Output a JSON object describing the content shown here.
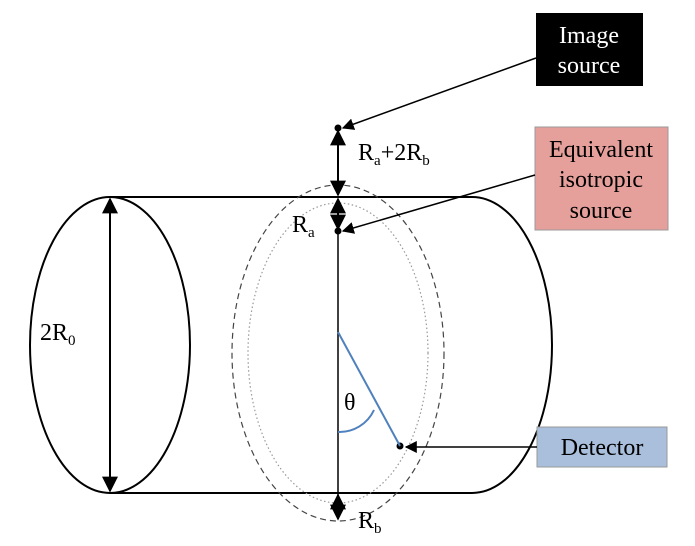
{
  "labels": {
    "image_source_line1": "Image",
    "image_source_line2": "source",
    "equivalent_line1": "Equivalent",
    "equivalent_line2": "isotropic",
    "equivalent_line3": "source",
    "detector": "Detector",
    "diameter_main": "2R",
    "diameter_sub": "0",
    "ra_main": "R",
    "ra_sub": "a",
    "rb_main": "R",
    "rb_sub": "b",
    "sum_r1": "R",
    "sum_sub1": "a",
    "sum_plus": "+2R",
    "sum_sub2": "b",
    "theta": "θ"
  },
  "colors": {
    "image_source_box": "#000000",
    "image_source_text": "#ffffff",
    "equivalent_box": "#e6a09b",
    "detector_box": "#a9bfdc",
    "detector_line": "#4f81bd",
    "line": "#000000",
    "dashed": "#444444",
    "dotted": "#999999"
  }
}
